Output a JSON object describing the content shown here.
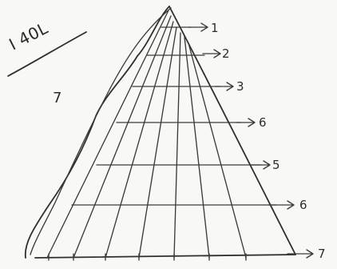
{
  "diagram": {
    "title_text": "I 40L",
    "side_mark": "7",
    "row_labels": [
      "1",
      "2",
      "3",
      "6",
      "5",
      "6",
      "7"
    ]
  }
}
